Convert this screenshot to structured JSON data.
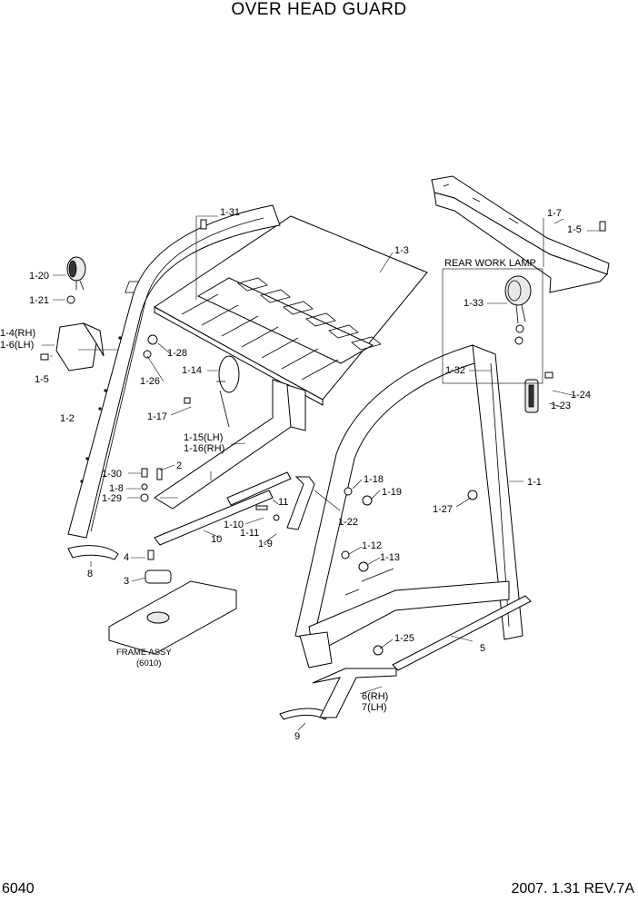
{
  "header": {
    "title": "OVER HEAD GUARD"
  },
  "footer": {
    "page_number": "6040",
    "revision": "2007. 1.31 REV.7A"
  },
  "labels": {
    "rear_work_lamp": "REAR WORK LAMP",
    "frame_assy": "FRAME ASSY",
    "frame_ref": "(6010)",
    "p1_1": "1-1",
    "p1_2": "1-2",
    "p1_3": "1-3",
    "p1_4": "1-4(RH)",
    "p1_6": "1-6(LH)",
    "p1_5a": "1-5",
    "p1_5b": "1-5",
    "p1_7": "1-7",
    "p1_8": "1-8",
    "p1_9": "1-9",
    "p1_10": "1-10",
    "p1_11": "1-11",
    "p1_12": "1-12",
    "p1_13": "1-13",
    "p1_14": "1-14",
    "p1_15": "1-15(LH)",
    "p1_16": "1-16(RH)",
    "p1_17": "1-17",
    "p1_18": "1-18",
    "p1_19": "1-19",
    "p1_20": "1-20",
    "p1_21": "1-21",
    "p1_22": "1-22",
    "p1_23": "1-23",
    "p1_24": "1-24",
    "p1_25": "1-25",
    "p1_26": "1-26",
    "p1_27": "1-27",
    "p1_28": "1-28",
    "p1_29": "1-29",
    "p1_30": "1-30",
    "p1_31": "1-31",
    "p1_32": "1-32",
    "p1_33": "1-33",
    "p2": "2",
    "p3": "3",
    "p4": "4",
    "p5": "5",
    "p6": "6(RH)",
    "p7": "7(LH)",
    "p8": "8",
    "p9": "9",
    "p10": "10",
    "p11": "11"
  }
}
